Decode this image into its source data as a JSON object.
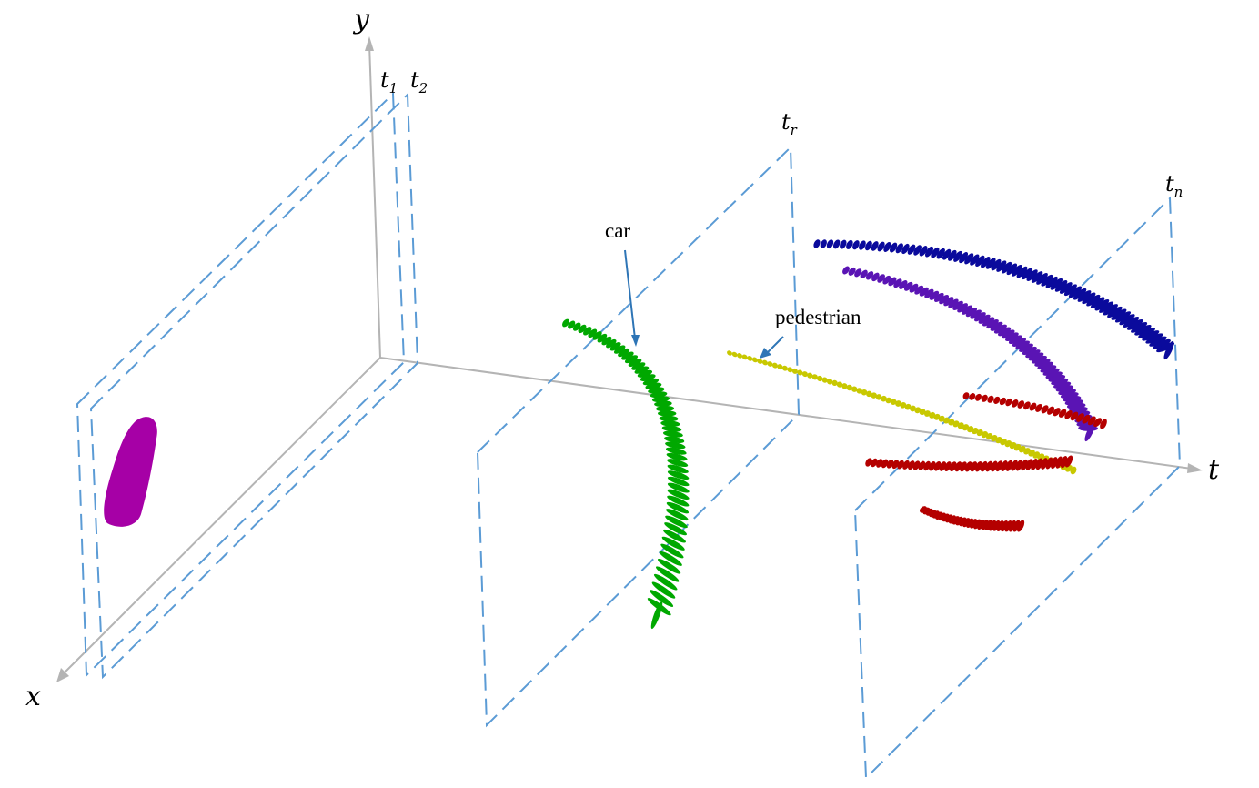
{
  "axes": {
    "x": "x",
    "y": "y",
    "t": "t"
  },
  "time_slices": [
    {
      "base": "t",
      "sub": "1"
    },
    {
      "base": "t",
      "sub": "2"
    },
    {
      "base": "t",
      "sub": "r"
    },
    {
      "base": "t",
      "sub": "n"
    }
  ],
  "annotations": {
    "car": "car",
    "pedestrian": "pedestrian"
  },
  "colors": {
    "plane": "#5b9bd5",
    "axis": "#b4b4b4",
    "pointer": "#2e75b6",
    "blob_t1": "#a600a6",
    "car_track": "#00a800",
    "pedestrian_track": "#c8c800",
    "track_blue": "#0a0a9c",
    "track_purple": "#5a14b4",
    "track_red": "#b40000"
  },
  "tracks": [
    {
      "name": "car",
      "color_key": "car_track"
    },
    {
      "name": "pedestrian",
      "color_key": "pedestrian_track"
    },
    {
      "name": "track-blue",
      "color_key": "track_blue"
    },
    {
      "name": "track-purple",
      "color_key": "track_purple"
    },
    {
      "name": "track-red-1",
      "color_key": "track_red"
    },
    {
      "name": "track-red-2",
      "color_key": "track_red"
    },
    {
      "name": "track-red-3",
      "color_key": "track_red"
    }
  ]
}
